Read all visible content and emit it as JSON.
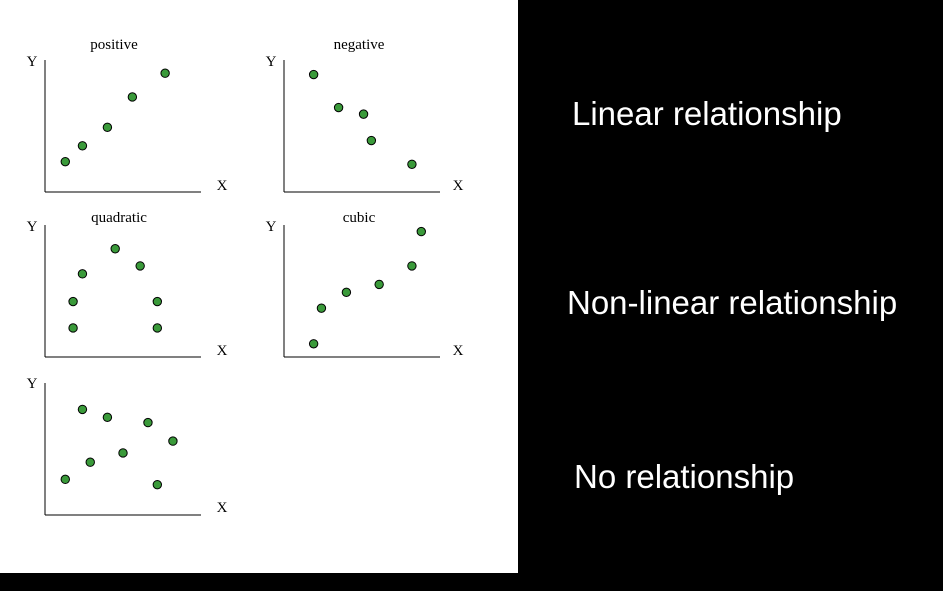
{
  "colors": {
    "panel": "#ffffff",
    "background": "#000000",
    "point_fill": "#3a9a3a",
    "point_stroke": "#000000"
  },
  "labels": {
    "linear": "Linear relationship",
    "nonlinear": "Non-linear relationship",
    "none": "No relationship"
  },
  "chart_data": [
    {
      "type": "scatter",
      "title": "positive",
      "xlabel": "X",
      "ylabel": "Y",
      "xlim": [
        0,
        100
      ],
      "ylim": [
        0,
        100
      ],
      "grid": false,
      "points": [
        [
          13,
          23
        ],
        [
          24,
          35
        ],
        [
          40,
          49
        ],
        [
          56,
          72
        ],
        [
          77,
          90
        ]
      ]
    },
    {
      "type": "scatter",
      "title": "negative",
      "xlabel": "X",
      "ylabel": "Y",
      "xlim": [
        0,
        100
      ],
      "ylim": [
        0,
        100
      ],
      "grid": false,
      "points": [
        [
          19,
          89
        ],
        [
          35,
          64
        ],
        [
          51,
          59
        ],
        [
          56,
          39
        ],
        [
          82,
          21
        ]
      ]
    },
    {
      "type": "scatter",
      "title": "quadratic",
      "xlabel": "X",
      "ylabel": "Y",
      "xlim": [
        0,
        100
      ],
      "ylim": [
        0,
        100
      ],
      "grid": false,
      "points": [
        [
          18,
          22
        ],
        [
          18,
          42
        ],
        [
          24,
          63
        ],
        [
          45,
          82
        ],
        [
          61,
          69
        ],
        [
          72,
          42
        ],
        [
          72,
          22
        ]
      ]
    },
    {
      "type": "scatter",
      "title": "cubic",
      "xlabel": "X",
      "ylabel": "Y",
      "xlim": [
        0,
        100
      ],
      "ylim": [
        0,
        100
      ],
      "grid": false,
      "points": [
        [
          19,
          10
        ],
        [
          24,
          37
        ],
        [
          40,
          49
        ],
        [
          61,
          55
        ],
        [
          82,
          69
        ],
        [
          88,
          95
        ]
      ]
    },
    {
      "type": "scatter",
      "title": "",
      "xlabel": "X",
      "ylabel": "Y",
      "xlim": [
        0,
        100
      ],
      "ylim": [
        0,
        100
      ],
      "grid": false,
      "points": [
        [
          13,
          27
        ],
        [
          29,
          40
        ],
        [
          50,
          47
        ],
        [
          24,
          80
        ],
        [
          40,
          74
        ],
        [
          66,
          70
        ],
        [
          82,
          56
        ],
        [
          72,
          23
        ]
      ]
    }
  ]
}
